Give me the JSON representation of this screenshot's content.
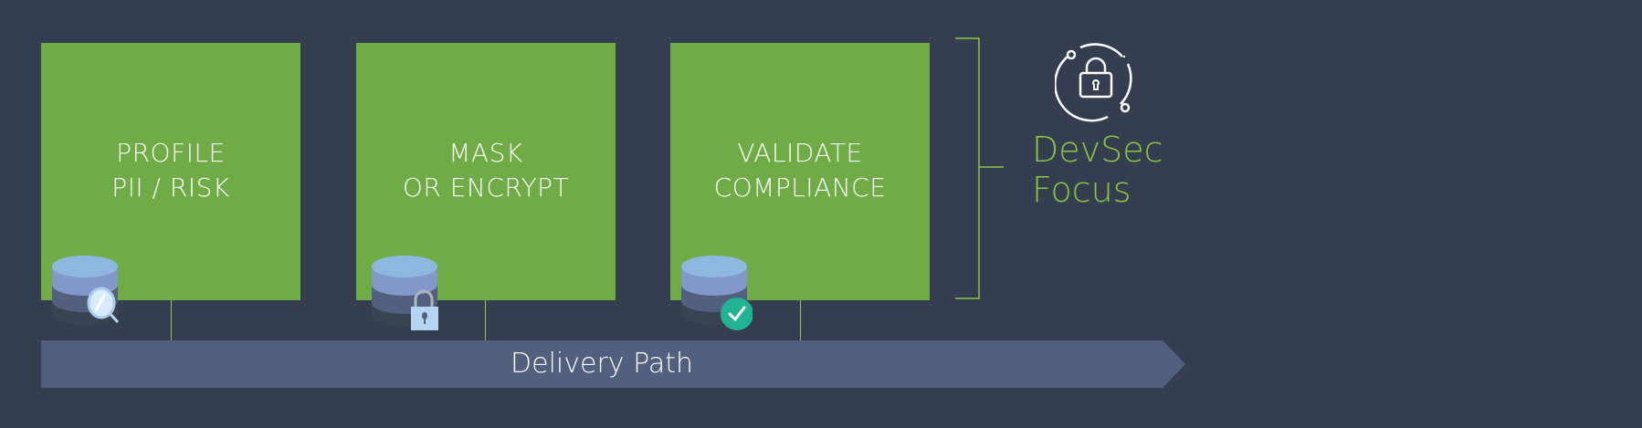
{
  "steps": [
    {
      "line1": "PROFILE",
      "line2": "PII / RISK",
      "icon": "database-search-icon"
    },
    {
      "line1": "MASK",
      "line2": "OR ENCRYPT",
      "icon": "database-lock-icon"
    },
    {
      "line1": "VALIDATE",
      "line2": "COMPLIANCE",
      "icon": "database-check-icon"
    }
  ],
  "delivery_path": "Delivery Path",
  "focus": {
    "line1": "DevSec",
    "line2": "Focus",
    "icon": "security-lock-icon"
  },
  "colors": {
    "background": "#343e50",
    "box": "#6fac46",
    "accent": "#8cc63f",
    "bar": "#535f7e",
    "check": "#22b394"
  }
}
